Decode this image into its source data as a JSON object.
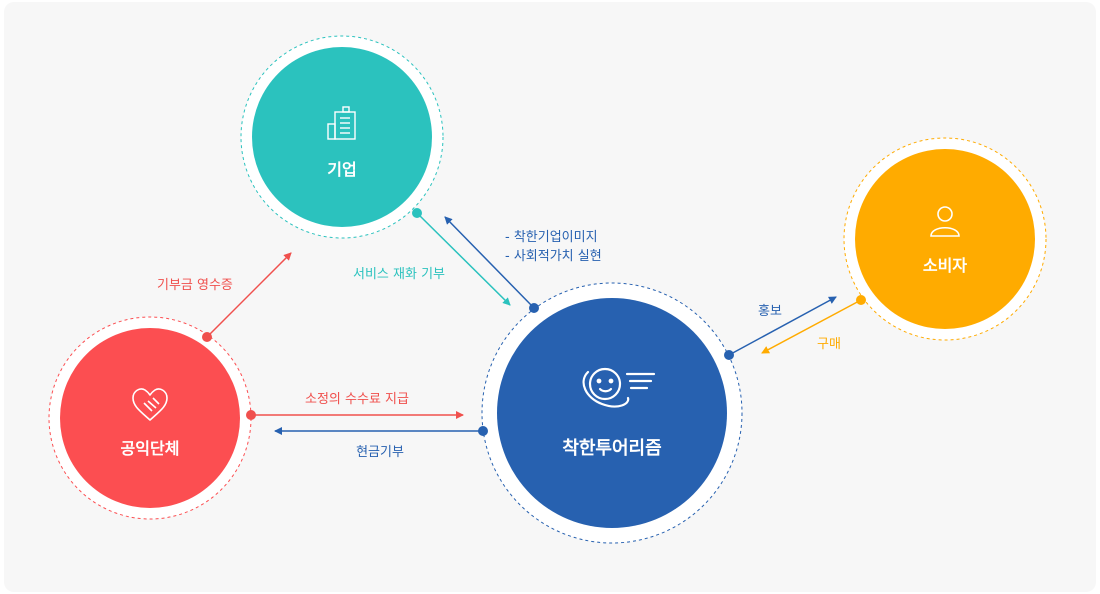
{
  "nodes": {
    "company": {
      "label": "기업",
      "icon": "building-icon",
      "color": "#2bc2be"
    },
    "consumer": {
      "label": "소비자",
      "icon": "person-icon",
      "color": "#ffab00"
    },
    "nonprofit": {
      "label": "공익단체",
      "icon": "handshake-heart-icon",
      "color": "#fc4e51"
    },
    "platform": {
      "label": "착한투어리즘",
      "icon": "smiling-planet-icon",
      "color": "#2761b0"
    }
  },
  "flows": {
    "service_donation": {
      "label": "서비스 재화 기부",
      "color": "#2bc2be"
    },
    "brand_benefits": {
      "line1": "- 착한기업이미지",
      "line2": "- 사회적가치 실현",
      "color": "#2761b0"
    },
    "donation_receipt": {
      "label": "기부금 영수증",
      "color": "#f0504d"
    },
    "fee_payment": {
      "label": "소정의 수수료 지급",
      "color": "#f0504d"
    },
    "cash_donation": {
      "label": "현금기부",
      "color": "#2761b0"
    },
    "promotion": {
      "label": "홍보",
      "color": "#2761b0"
    },
    "purchase": {
      "label": "구매",
      "color": "#ffab00"
    }
  }
}
